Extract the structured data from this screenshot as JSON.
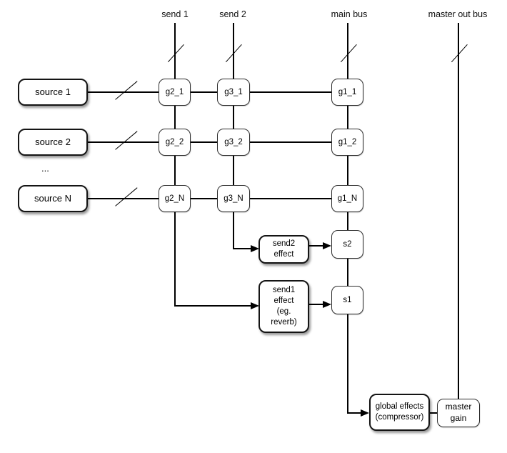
{
  "buses": [
    {
      "label": "send 1"
    },
    {
      "label": "send 2"
    },
    {
      "label": "main bus"
    },
    {
      "label": "master out bus"
    }
  ],
  "matrix": {
    "rows": [
      {
        "source": "source 1",
        "g2": "g2_1",
        "g3": "g3_1",
        "g1": "g1_1"
      },
      {
        "source": "source 2",
        "g2": "g2_2",
        "g3": "g3_2",
        "g1": "g1_2"
      },
      {
        "source": "source N",
        "g2": "g2_N",
        "g3": "g3_N",
        "g1": "g1_N"
      }
    ]
  },
  "ellipsis": "...",
  "sends": {
    "s2": "s2",
    "s1": "s1",
    "send2_effect": "send2\neffect",
    "send1_effect": "send1\neffect\n(eg.\nreverb)"
  },
  "output": {
    "global_effects": "global effects\n(compressor)",
    "master_gain": "master\ngain"
  },
  "colors": {
    "line": "#000000",
    "box_border": "#141414",
    "box_fill": "#ffffff",
    "background": "#ffffff"
  }
}
